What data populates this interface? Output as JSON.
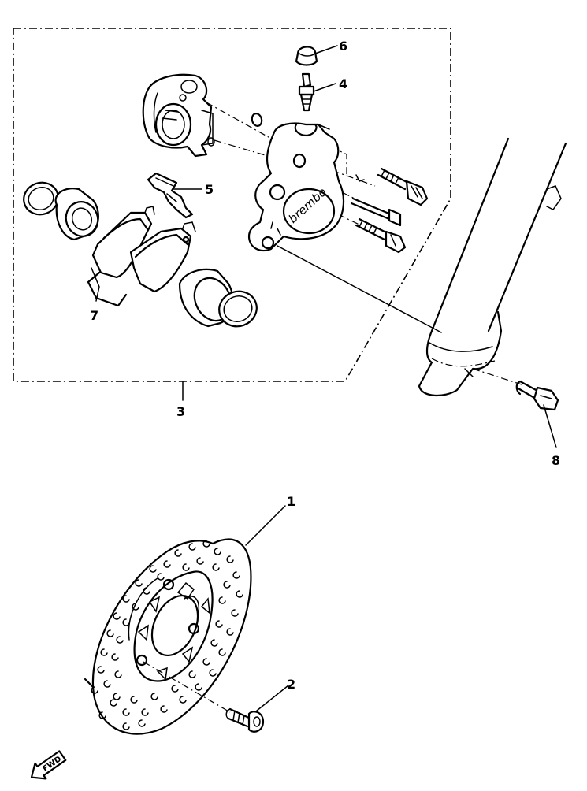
{
  "callouts": {
    "c1": "1",
    "c2": "2",
    "c3": "3",
    "c4": "4",
    "c5": "5",
    "c6": "6",
    "c7": "7",
    "c8": "8"
  },
  "caliper_brand": "brembo",
  "direction_marker": "FWD"
}
